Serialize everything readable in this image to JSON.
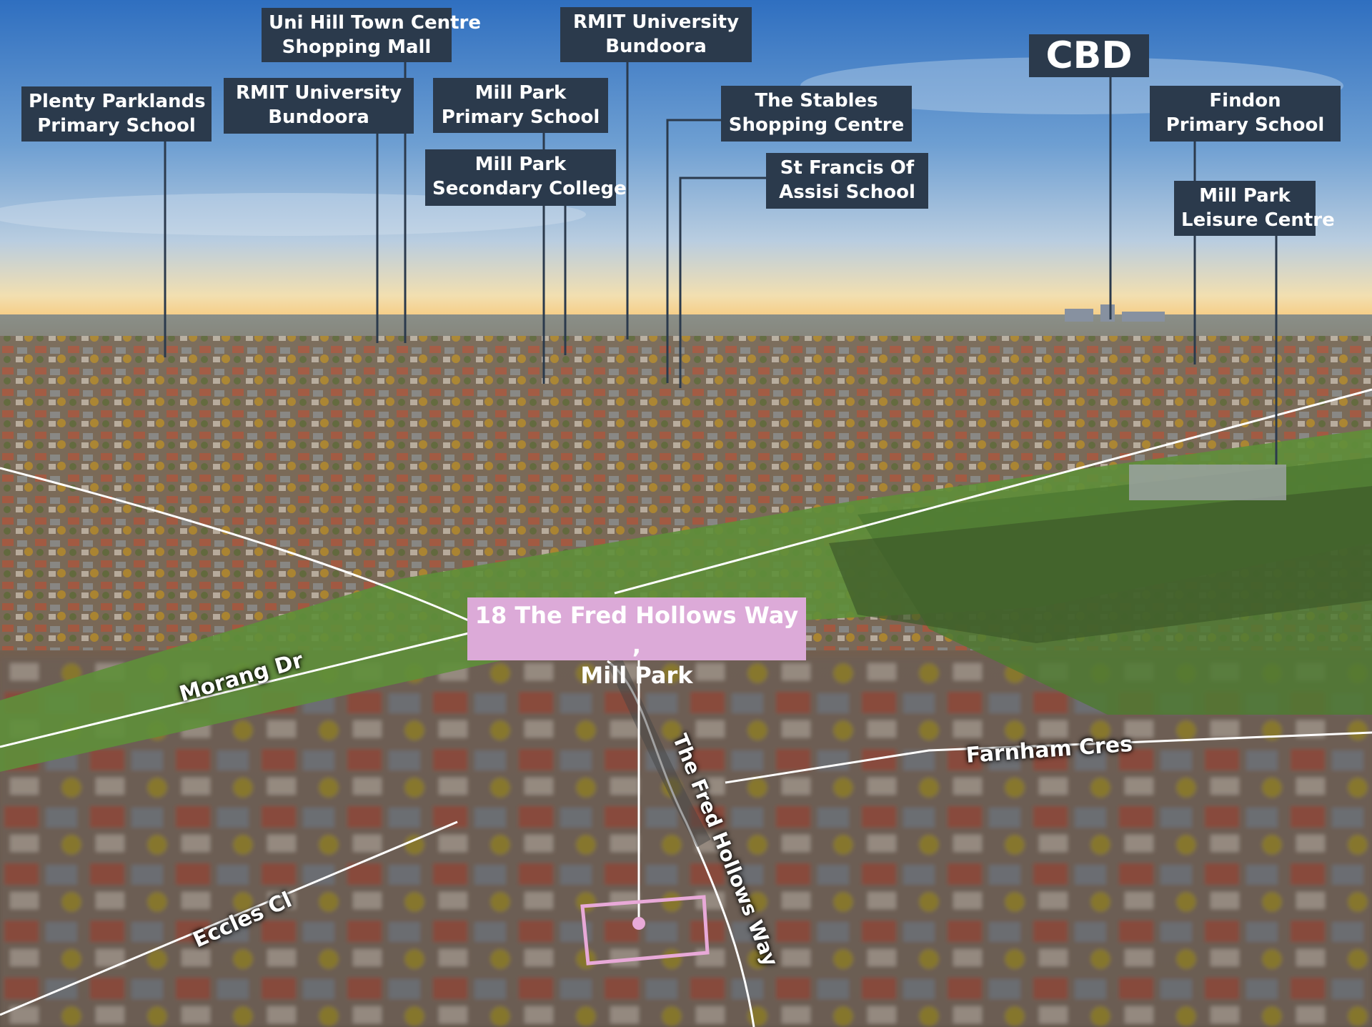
{
  "labels": [
    {
      "id": "plenty-parklands",
      "line1": "Plenty Parklands",
      "line2": "Primary School"
    },
    {
      "id": "uni-hill",
      "line1": "Uni Hill Town Centre",
      "line2": "Shopping Mall"
    },
    {
      "id": "rmit-bundoora-1",
      "line1": "RMIT University",
      "line2": "Bundoora"
    },
    {
      "id": "rmit-bundoora-2",
      "line1": "RMIT University",
      "line2": "Bundoora"
    },
    {
      "id": "mill-park-primary",
      "line1": "Mill Park",
      "line2": "Primary School"
    },
    {
      "id": "mill-park-secondary",
      "line1": "Mill Park",
      "line2": "Secondary College"
    },
    {
      "id": "stables",
      "line1": "The Stables",
      "line2": "Shopping Centre"
    },
    {
      "id": "st-francis",
      "line1": "St Francis Of",
      "line2": "Assisi School"
    },
    {
      "id": "cbd",
      "line1": "CBD"
    },
    {
      "id": "findon",
      "line1": "Findon",
      "line2": "Primary School"
    },
    {
      "id": "leisure-centre",
      "line1": "Mill Park",
      "line2": "Leisure Centre"
    }
  ],
  "address": {
    "line1": "18 The Fred Hollows Way ,",
    "line2": "Mill Park"
  },
  "roads": {
    "morang": "Morang Dr",
    "farnham": "Farnham Cres",
    "eccles": "Eccles Cl",
    "fred_hollows": "The Fred Hollows Way"
  },
  "colors": {
    "label_bg": "#2b3a4c",
    "address_bg": "#dcaad8",
    "property_outline": "#e8a9d8"
  }
}
